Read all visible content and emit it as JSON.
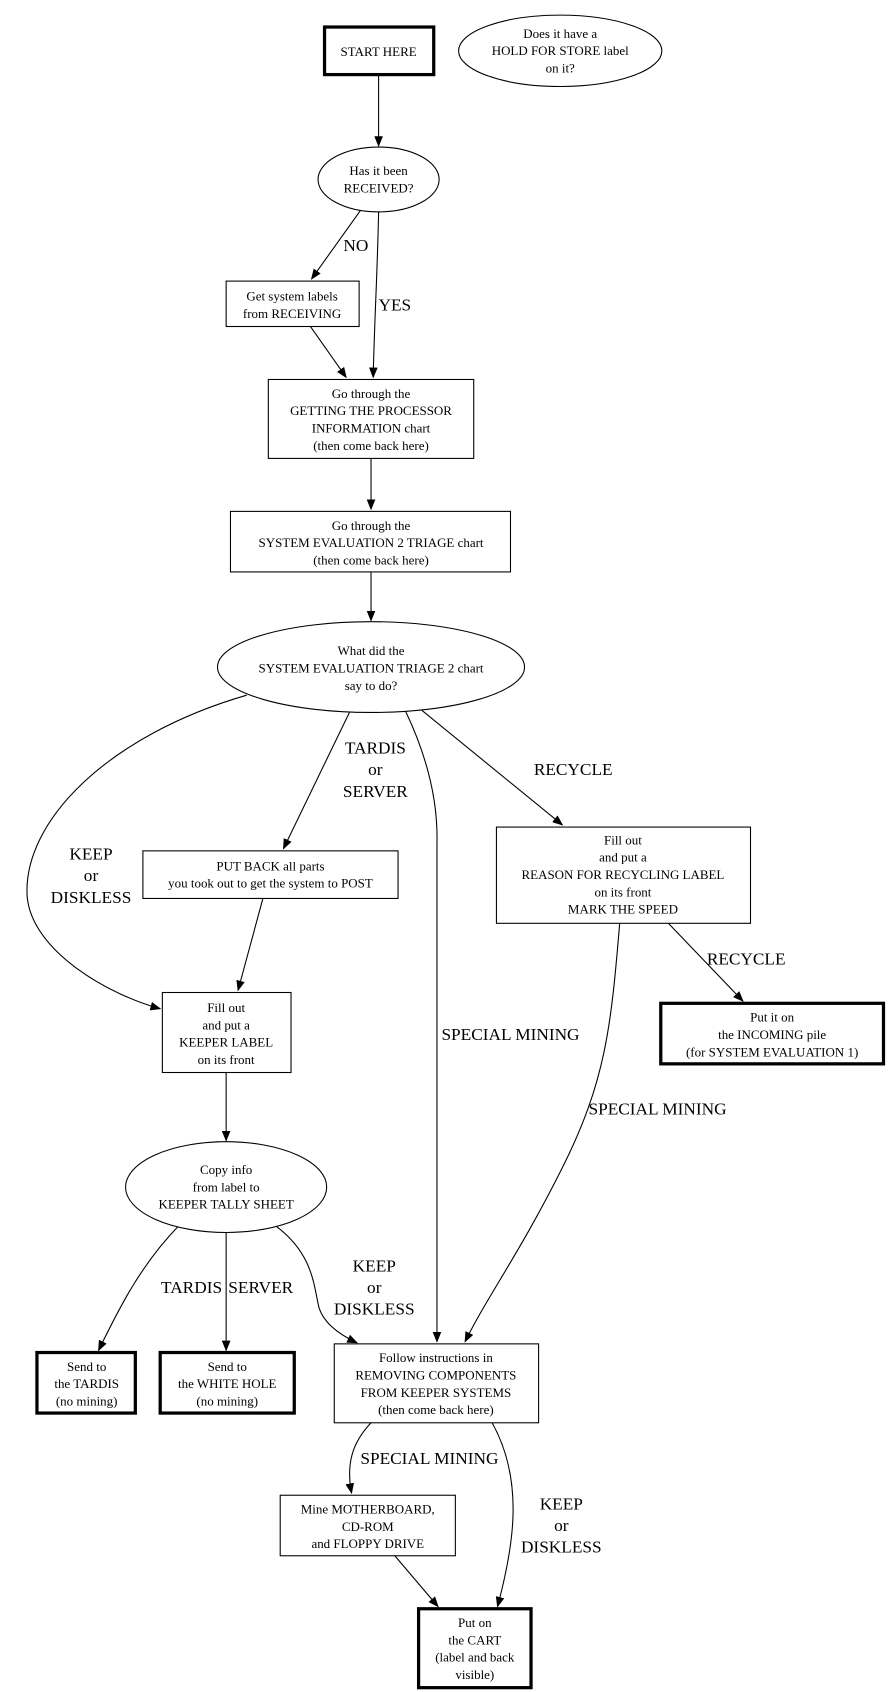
{
  "nodes": {
    "start": {
      "lines": [
        "START HERE"
      ]
    },
    "hold": {
      "lines": [
        "Does it have a",
        "HOLD FOR STORE label",
        "on it?"
      ]
    },
    "received": {
      "lines": [
        "Has it been",
        "RECEIVED?"
      ]
    },
    "getlabels": {
      "lines": [
        "Get system labels",
        "from RECEIVING"
      ]
    },
    "processor": {
      "lines": [
        "Go through the",
        "GETTING THE PROCESSOR",
        "INFORMATION chart",
        "(then come back here)"
      ]
    },
    "triage": {
      "lines": [
        "Go through the",
        "SYSTEM EVALUATION 2 TRIAGE chart",
        "(then come back here)"
      ]
    },
    "whatdid": {
      "lines": [
        "What did the",
        "SYSTEM EVALUATION TRIAGE 2 chart",
        "say to do?"
      ]
    },
    "putback": {
      "lines": [
        "PUT BACK all parts",
        "you took out to get the system to POST"
      ]
    },
    "recycling": {
      "lines": [
        "Fill out",
        "and put a",
        "REASON FOR RECYCLING LABEL",
        "on its front",
        "MARK THE SPEED"
      ]
    },
    "incoming": {
      "lines": [
        "Put it on",
        "the INCOMING pile",
        "(for SYSTEM EVALUATION 1)"
      ]
    },
    "keeperlabel": {
      "lines": [
        "Fill out",
        "and put a",
        "KEEPER LABEL",
        "on its front"
      ]
    },
    "copyinfo": {
      "lines": [
        "Copy info",
        "from label to",
        "KEEPER TALLY SHEET"
      ]
    },
    "tardis": {
      "lines": [
        "Send to",
        "the TARDIS",
        "(no mining)"
      ]
    },
    "whitehole": {
      "lines": [
        "Send to",
        "the WHITE HOLE",
        "(no mining)"
      ]
    },
    "follow": {
      "lines": [
        "Follow instructions in",
        "REMOVING COMPONENTS",
        "FROM KEEPER SYSTEMS",
        "(then come back here)"
      ]
    },
    "mine": {
      "lines": [
        "Mine MOTHERBOARD,",
        "CD-ROM",
        "and FLOPPY DRIVE"
      ]
    },
    "cart": {
      "lines": [
        "Put on",
        "the CART",
        "(label and back",
        "visible)"
      ]
    }
  },
  "edge_labels": {
    "no": [
      "NO"
    ],
    "yes": [
      "YES"
    ],
    "keep1": [
      "KEEP",
      "or",
      "DISKLESS"
    ],
    "tardis_server": [
      "TARDIS",
      "or",
      "SERVER"
    ],
    "special1": [
      "SPECIAL MINING"
    ],
    "recycle1": [
      "RECYCLE"
    ],
    "recycle2": [
      "RECYCLE"
    ],
    "special2": [
      "SPECIAL MINING"
    ],
    "tardis": [
      "TARDIS"
    ],
    "server": [
      "SERVER"
    ],
    "keep2": [
      "KEEP",
      "or",
      "DISKLESS"
    ],
    "special3": [
      "SPECIAL MINING"
    ],
    "keep3": [
      "KEEP",
      "or",
      "DISKLESS"
    ]
  }
}
